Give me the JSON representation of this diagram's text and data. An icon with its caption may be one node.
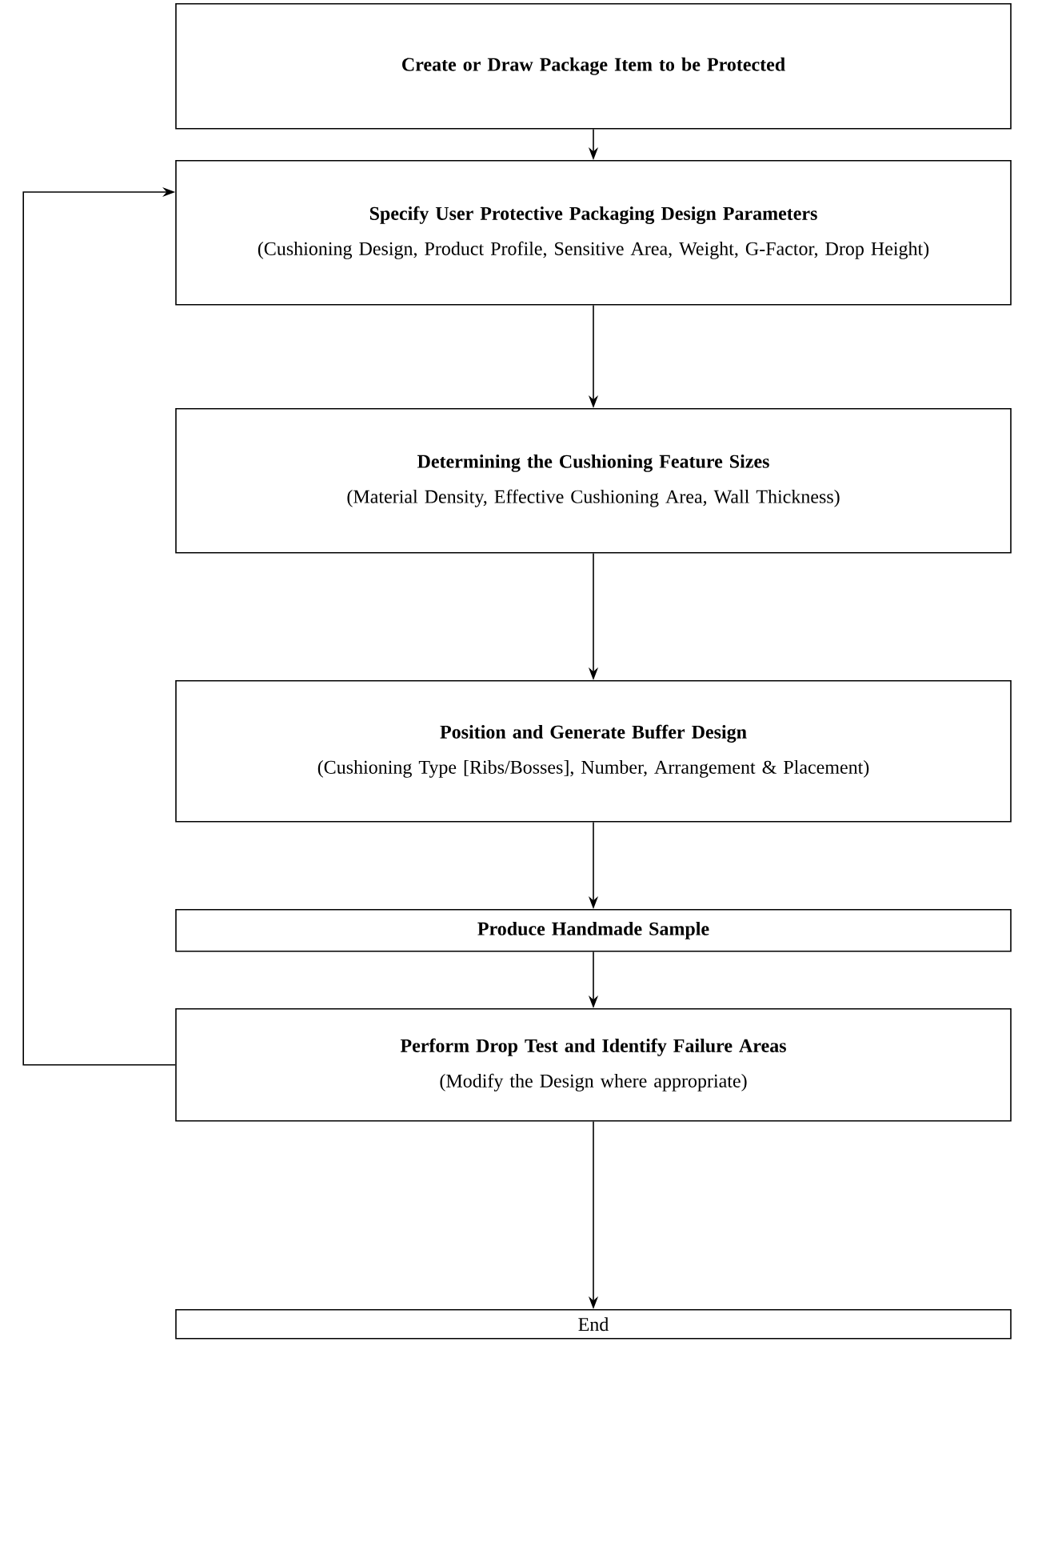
{
  "diagram": {
    "nodes": [
      {
        "text": [
          "Create or Draw Package Item to be Protected"
        ]
      },
      {
        "text": [
          "Specify User Protective Packaging Design Parameters",
          "(Cushioning Design, Product Profile, Sensitive Area, Weight, G-Factor, Drop Height)"
        ]
      },
      {
        "text": [
          "Determining the Cushioning Feature Sizes",
          "(Material Density, Effective Cushioning Area, Wall Thickness)"
        ]
      },
      {
        "text": [
          "Position and Generate Buffer Design",
          "(Cushioning Type [Ribs/Bosses], Number, Arrangement & Placement)"
        ]
      },
      {
        "text": [
          "Produce Handmade Sample"
        ]
      },
      {
        "text": [
          "Perform Drop Test and Identify Failure Areas",
          "(Modify the Design where appropriate)"
        ]
      },
      {
        "text": [
          "End"
        ]
      }
    ],
    "edges": [
      {
        "from": 0,
        "to": 1,
        "arrow": "to"
      },
      {
        "from": 1,
        "to": 2,
        "arrow": "to"
      },
      {
        "from": 2,
        "to": 3,
        "arrow": "to"
      },
      {
        "from": 3,
        "to": 4,
        "arrow": "to"
      },
      {
        "from": 4,
        "to": 5,
        "arrow": "to"
      },
      {
        "from": 5,
        "to": 6,
        "arrow": "to"
      },
      {
        "from": 5,
        "to": 1,
        "arrow": "to"
      }
    ]
  }
}
